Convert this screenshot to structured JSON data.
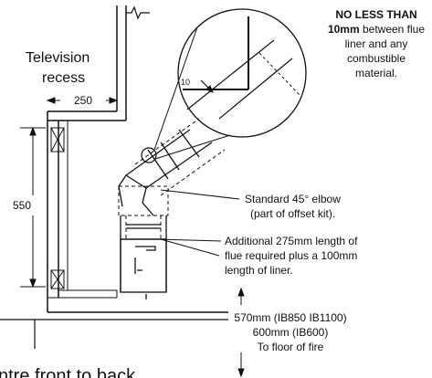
{
  "labels": {
    "recess_line1": "Television",
    "recess_line2": "recess",
    "dim_250": "250",
    "dim_550": "550",
    "dim_10": "10",
    "callout_bold1": "NO LESS THAN",
    "callout_bold2": "10mm",
    "callout_rest1": " between flue",
    "callout_rest2": "liner and any",
    "callout_rest3": "combustible",
    "callout_rest4": "material.",
    "elbow_line1": "Standard 45° elbow",
    "elbow_line2": "(part of offset kit).",
    "additional_line1": "Additional 275mm length of",
    "additional_line2": "flue required plus a 100mm",
    "additional_line3": "length of liner.",
    "floor_line1": "570mm (IB850 IB1100)",
    "floor_line2": "600mm (IB600)",
    "floor_line3": "To floor of fire",
    "bottom_partial": "ntre front to back"
  }
}
